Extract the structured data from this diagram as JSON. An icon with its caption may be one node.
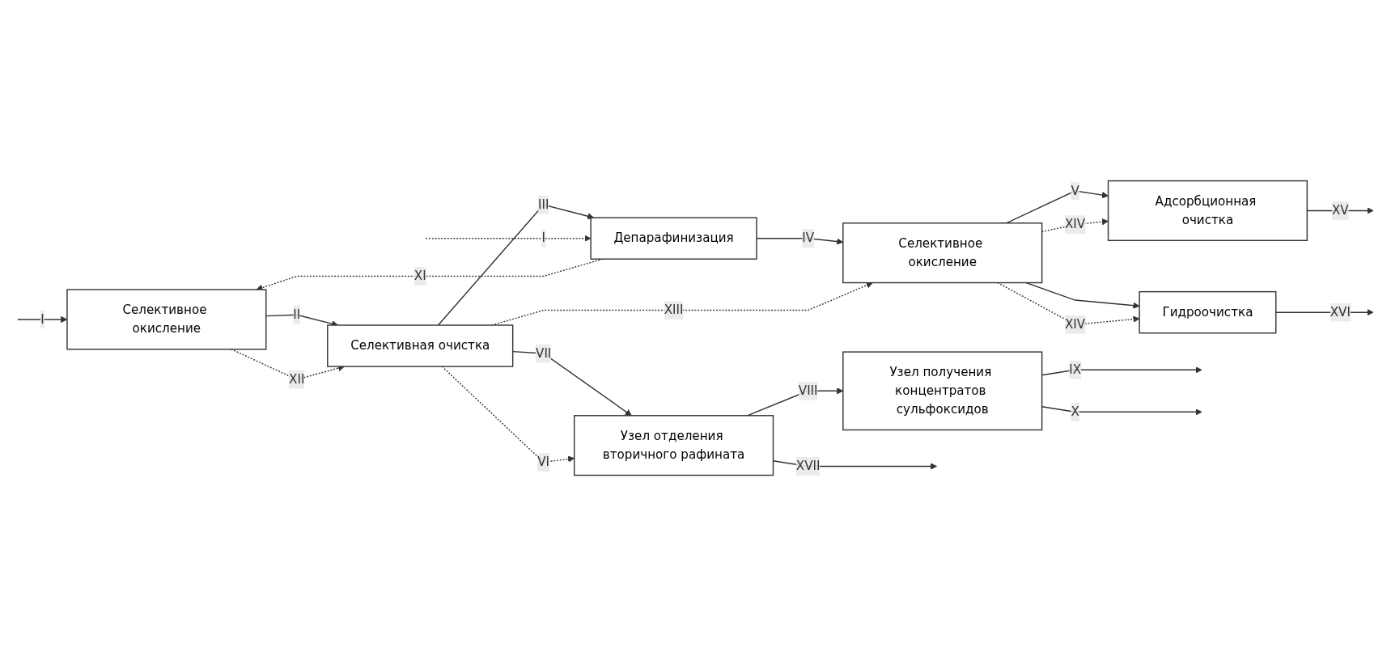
{
  "diagram": {
    "nodes": [
      {
        "text": [
          "Селективное окисление"
        ]
      },
      {
        "text": [
          "Селективная очистка"
        ]
      },
      {
        "text": [
          "Депарафинизация"
        ]
      },
      {
        "text": [
          "Селективное окисление"
        ]
      },
      {
        "text": [
          "Гидроочистка"
        ]
      },
      {
        "text": [
          "Адсорбционная очистка"
        ]
      },
      {
        "text": [
          "Узел получения концентратов сульфоксидов"
        ]
      },
      {
        "text": [
          "Узел отделения вторичного рафината"
        ]
      }
    ],
    "edges": [
      {
        "from": null,
        "to": 0,
        "arrow": "to",
        "label": "I"
      },
      {
        "from": 0,
        "to": 1,
        "arrow": "to",
        "label": "II"
      },
      {
        "from": 1,
        "to": 2,
        "arrow": "to",
        "label": "III"
      },
      {
        "from": 2,
        "to": 3,
        "arrow": "to",
        "label": "IV"
      },
      {
        "from": 3,
        "to": 5,
        "arrow": "to",
        "label": "V"
      },
      {
        "from": 3,
        "to": 4,
        "arrow": "to"
      },
      {
        "from": 4,
        "to": null,
        "arrow": "to",
        "label": "XVI"
      },
      {
        "from": 5,
        "to": null,
        "arrow": "to",
        "label": "XV"
      },
      {
        "from": 1,
        "to": 7,
        "arrow": "to",
        "label": "VII"
      },
      {
        "from": 1,
        "to": 7,
        "arrow": "to",
        "label": "VI",
        "style": "dashed"
      },
      {
        "from": 7,
        "to": 6,
        "arrow": "to",
        "label": "VIII"
      },
      {
        "from": 7,
        "to": null,
        "arrow": "to",
        "label": "XVII"
      },
      {
        "from": 6,
        "to": null,
        "arrow": "to",
        "label": "IX"
      },
      {
        "from": 6,
        "to": null,
        "arrow": "to",
        "label": "X"
      },
      {
        "from": 2,
        "to": 0,
        "arrow": "to",
        "label": "XI",
        "style": "dashed"
      },
      {
        "from": 0,
        "to": 1,
        "arrow": "to",
        "label": "XII",
        "style": "dashed"
      },
      {
        "from": 1,
        "to": 3,
        "arrow": "to",
        "label": "XIII",
        "style": "dashed"
      },
      {
        "from": null,
        "to": 2,
        "arrow": "to",
        "label": "I",
        "style": "dashed"
      },
      {
        "from": 3,
        "to": 4,
        "arrow": "to",
        "label": "XIV",
        "style": "dashed"
      },
      {
        "from": 3,
        "to": 5,
        "arrow": "to",
        "label": "XIV",
        "style": "dashed"
      }
    ]
  }
}
